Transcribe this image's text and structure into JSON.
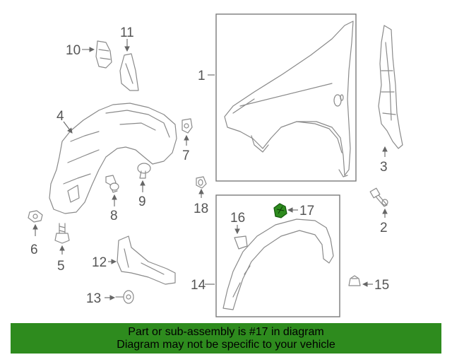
{
  "callouts": {
    "c1": "1",
    "c2": "2",
    "c3": "3",
    "c4": "4",
    "c5": "5",
    "c6": "6",
    "c7": "7",
    "c8": "8",
    "c9": "9",
    "c10": "10",
    "c11": "11",
    "c12": "12",
    "c13": "13",
    "c14": "14",
    "c15": "15",
    "c16": "16",
    "c17": "17",
    "c18": "18"
  },
  "highlight_color": "#2e8b1e",
  "footer": {
    "line1": "Part or sub-assembly is #17 in diagram",
    "line2": "Diagram may not be specific to your vehicle"
  }
}
